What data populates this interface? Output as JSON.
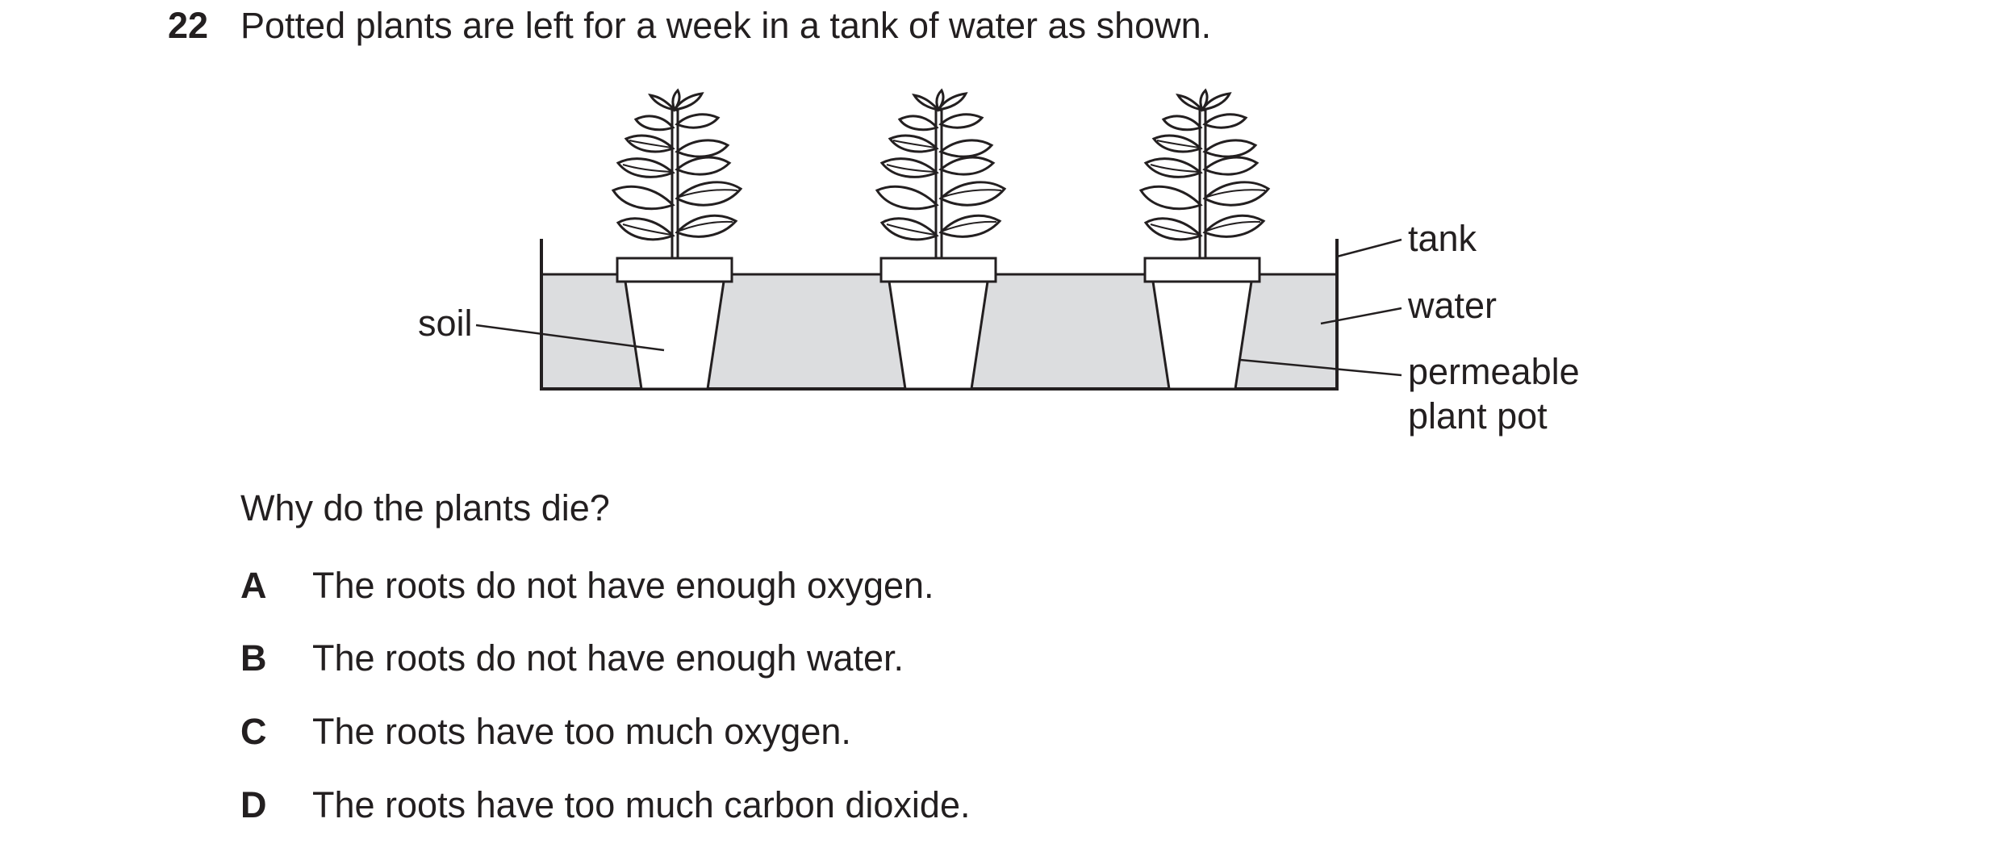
{
  "question": {
    "number": "22",
    "stem": "Potted plants are left for a week in a tank of water as shown.",
    "prompt": "Why do the plants die?"
  },
  "diagram": {
    "labels": {
      "soil": "soil",
      "tank": "tank",
      "water": "water",
      "pot_line1": "permeable",
      "pot_line2": "plant pot"
    },
    "colors": {
      "water": "#dcdddf",
      "lines": "#231f20"
    }
  },
  "options": [
    {
      "letter": "A",
      "text": "The roots do not have enough oxygen."
    },
    {
      "letter": "B",
      "text": "The roots do not have enough water."
    },
    {
      "letter": "C",
      "text": "The roots have too much oxygen."
    },
    {
      "letter": "D",
      "text": "The roots have too much carbon dioxide."
    }
  ]
}
